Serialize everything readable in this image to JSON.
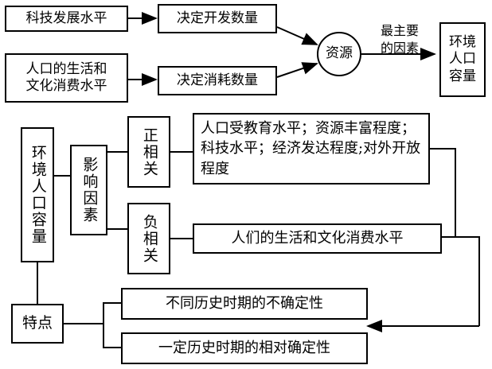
{
  "top": {
    "tech_level": "科技发展水平",
    "decide_dev": "决定开发数量",
    "living_level": "人口的生活和\n文化消费水平",
    "decide_consume": "决定消耗数量",
    "resource": "资源",
    "main_factor_label": "最主要\n的因素",
    "capacity": "环境\n人口\n容量"
  },
  "bottom": {
    "capacity_vertical": "环境人口容量",
    "influence": "影响因素",
    "positive": "正相关",
    "positive_factors": "人口受教育水平；资源丰富程度；科技水平；经济发达程度;对外开放程度",
    "negative": "负相关",
    "negative_factors": "人们的生活和文化消费水平",
    "features": "特点",
    "feature_1": "不同历史时期的不确定性",
    "feature_2": "一定历史时期的相对确定性"
  }
}
